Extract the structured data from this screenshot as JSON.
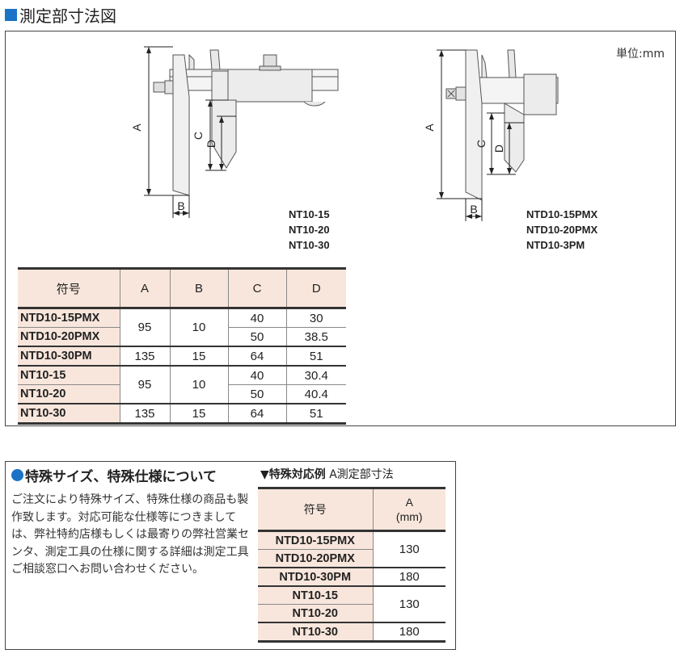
{
  "section_title": "測定部寸法図",
  "unit_label": "単位:mm",
  "diagram1": {
    "labels": {
      "a": "A",
      "b": "B",
      "c": "C",
      "d": "D"
    },
    "models": [
      "NT10-15",
      "NT10-20",
      "NT10-30"
    ]
  },
  "diagram2": {
    "labels": {
      "a": "A",
      "b": "B",
      "c": "C",
      "d": "D"
    },
    "models": [
      "NTD10-15PMX",
      "NTD10-20PMX",
      "NTD10-3PM"
    ]
  },
  "dim_table": {
    "headers": [
      "符号",
      "A",
      "B",
      "C",
      "D"
    ],
    "rows": [
      {
        "name": "NTD10-15PMX",
        "a": "95",
        "b": "10",
        "c": "40",
        "d": "30"
      },
      {
        "name": "NTD10-20PMX",
        "c": "50",
        "d": "38.5"
      },
      {
        "name": "NTD10-30PM",
        "a": "135",
        "b": "15",
        "c": "64",
        "d": "51"
      },
      {
        "name": "NT10-15",
        "a": "95",
        "b": "10",
        "c": "40",
        "d": "30.4"
      },
      {
        "name": "NT10-20",
        "c": "50",
        "d": "40.4"
      },
      {
        "name": "NT10-30",
        "a": "135",
        "b": "15",
        "c": "64",
        "d": "51"
      }
    ]
  },
  "special": {
    "title": "特殊サイズ、特殊仕様について",
    "body": "ご注文により特殊サイズ、特殊仕様の商品も製作致します。対応可能な仕様等につきましては、弊社特約店様もしくは最寄りの弊社営業センタ、測定工具の仕様に関する詳細は測定工具ご相談窓口へお問い合わせください。"
  },
  "special_table": {
    "title_bold": "▼特殊対応例",
    "title_rest": "A測定部寸法",
    "headers": [
      "符号",
      "A",
      "(mm)"
    ],
    "rows": [
      {
        "name": "NTD10-15PMX",
        "a": "130"
      },
      {
        "name": "NTD10-20PMX"
      },
      {
        "name": "NTD10-30PM",
        "a": "180"
      },
      {
        "name": "NT10-15",
        "a": "130"
      },
      {
        "name": "NT10-20"
      },
      {
        "name": "NT10-30",
        "a": "180"
      }
    ]
  },
  "colors": {
    "accent": "#1a73c6",
    "header_bg": "#f8e6dc"
  },
  "icons": [
    "blue-square-icon",
    "blue-dot-icon"
  ]
}
